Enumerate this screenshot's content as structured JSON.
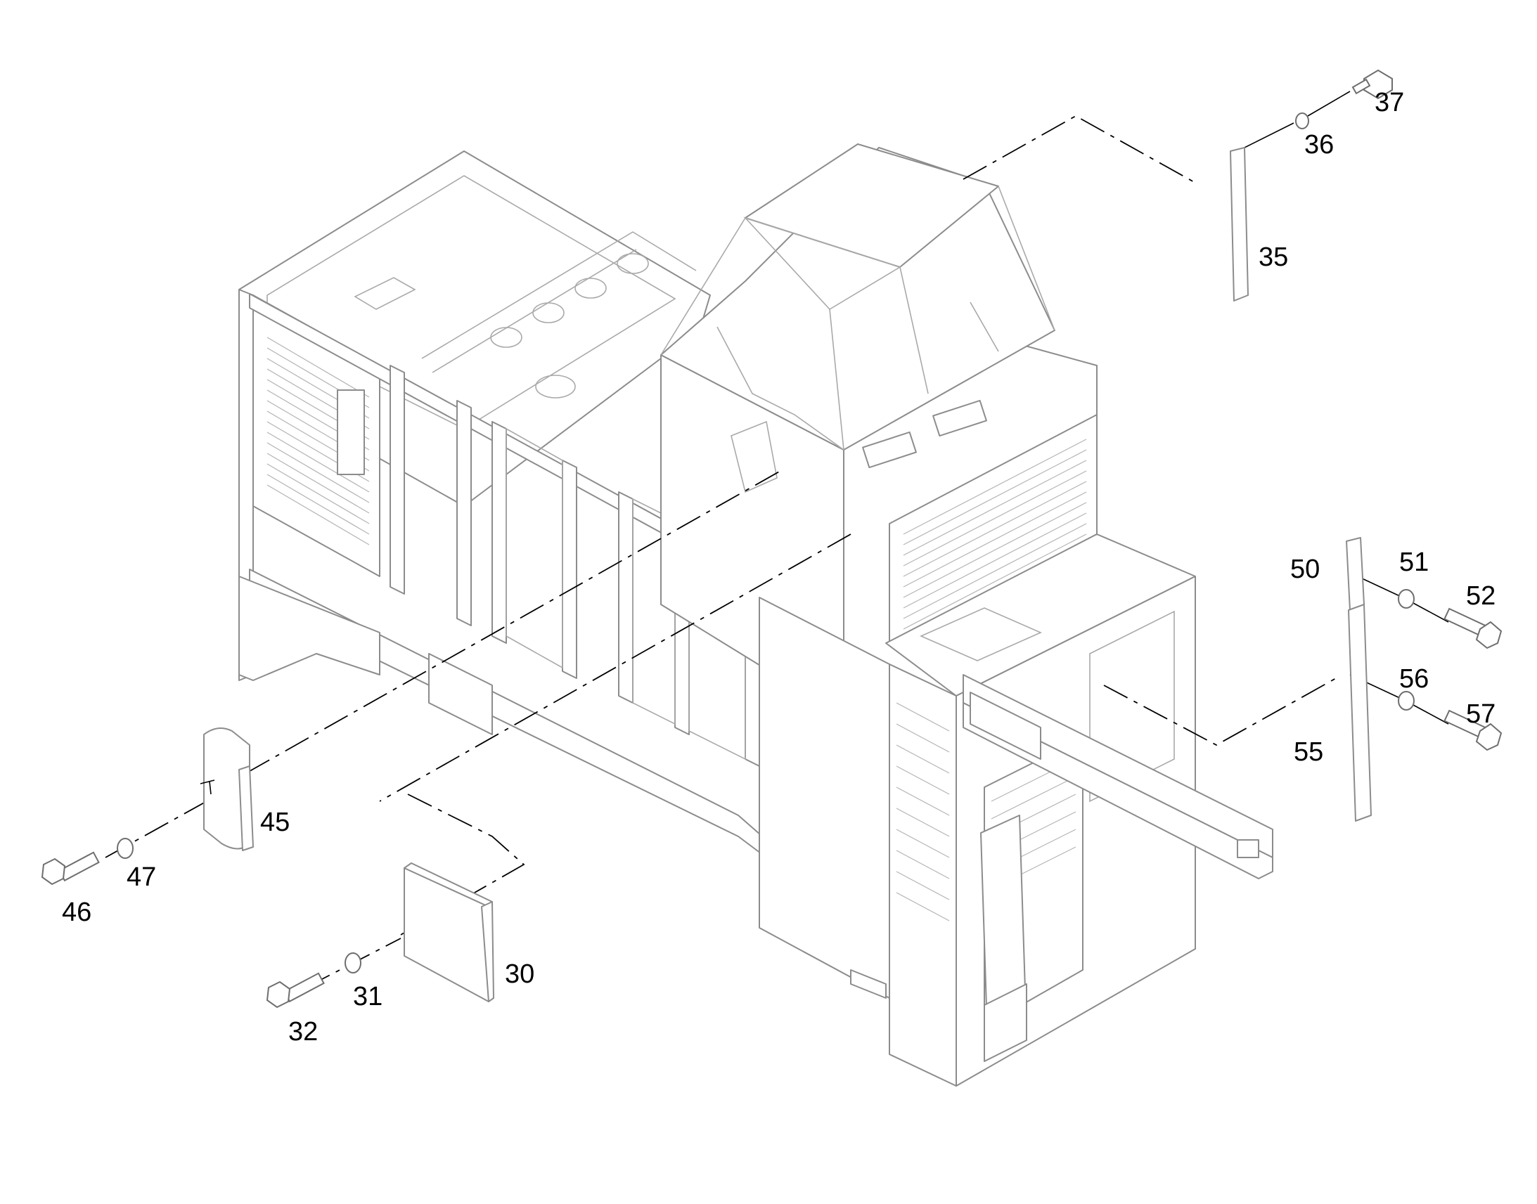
{
  "diagram": {
    "callouts": {
      "c30": "30",
      "c31": "31",
      "c32": "32",
      "c35": "35",
      "c36": "36",
      "c37": "37",
      "c45": "45",
      "c46": "46",
      "c47": "47",
      "c50": "50",
      "c51": "51",
      "c52": "52",
      "c55": "55",
      "c56": "56",
      "c57": "57"
    }
  }
}
